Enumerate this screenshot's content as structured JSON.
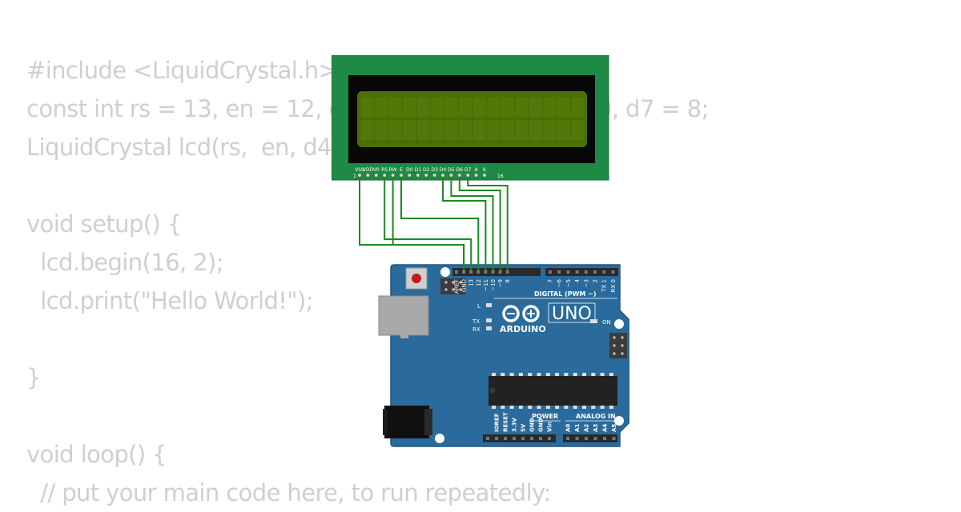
{
  "editor": {
    "lines": [
      "#include <LiquidCrystal.h>",
      "const int rs = 13, en = 12, d4 = 11, d5 = 10, d6 = 9, d7 = 8;",
      "LiquidCrystal lcd(rs,  en, d4, d5, d6, d7);",
      "",
      "void setup() {",
      "  lcd.begin(16, 2);",
      "  lcd.print(\"Hello World!\");",
      "",
      "}",
      "",
      "void loop() {",
      "  // put your main code here, to run repeatedly:"
    ]
  },
  "lcd": {
    "pin_labels": [
      "VSS",
      "VDD",
      "V0",
      "RS",
      "RW",
      "E",
      "D0",
      "D1",
      "D2",
      "D3",
      "D4",
      "D5",
      "D6",
      "D7",
      "A",
      "K"
    ],
    "pin_first": "1",
    "pin_last": "16",
    "colors": {
      "pcb": "#1e8a45",
      "bezel": "#080808",
      "screen": "#4c6e07",
      "wire": "#1a8a22"
    }
  },
  "arduino": {
    "brand": "ARDUINO",
    "model": "UNO",
    "digital_label": "DIGITAL (PWM ~)",
    "digital_pins": [
      "AREF",
      "GND",
      "13",
      "12",
      "~11",
      "~10",
      "~9",
      "8",
      "7",
      "~6",
      "~5",
      "4",
      "~3",
      "2",
      "TX 1",
      "RX 0"
    ],
    "led_l": "L",
    "led_tx": "TX",
    "led_rx": "RX",
    "led_on": "ON",
    "power_label": "POWER",
    "power_pins": [
      "IOREF",
      "RESET",
      "3.3V",
      "5V",
      "GND",
      "GND",
      "Vin"
    ],
    "analog_label": "ANALOG IN",
    "analog_pins": [
      "A0",
      "A1",
      "A2",
      "A3",
      "A4",
      "A5"
    ],
    "colors": {
      "board": "#2a6b9c",
      "header": "#2a2a2a",
      "chip": "#222222"
    }
  }
}
